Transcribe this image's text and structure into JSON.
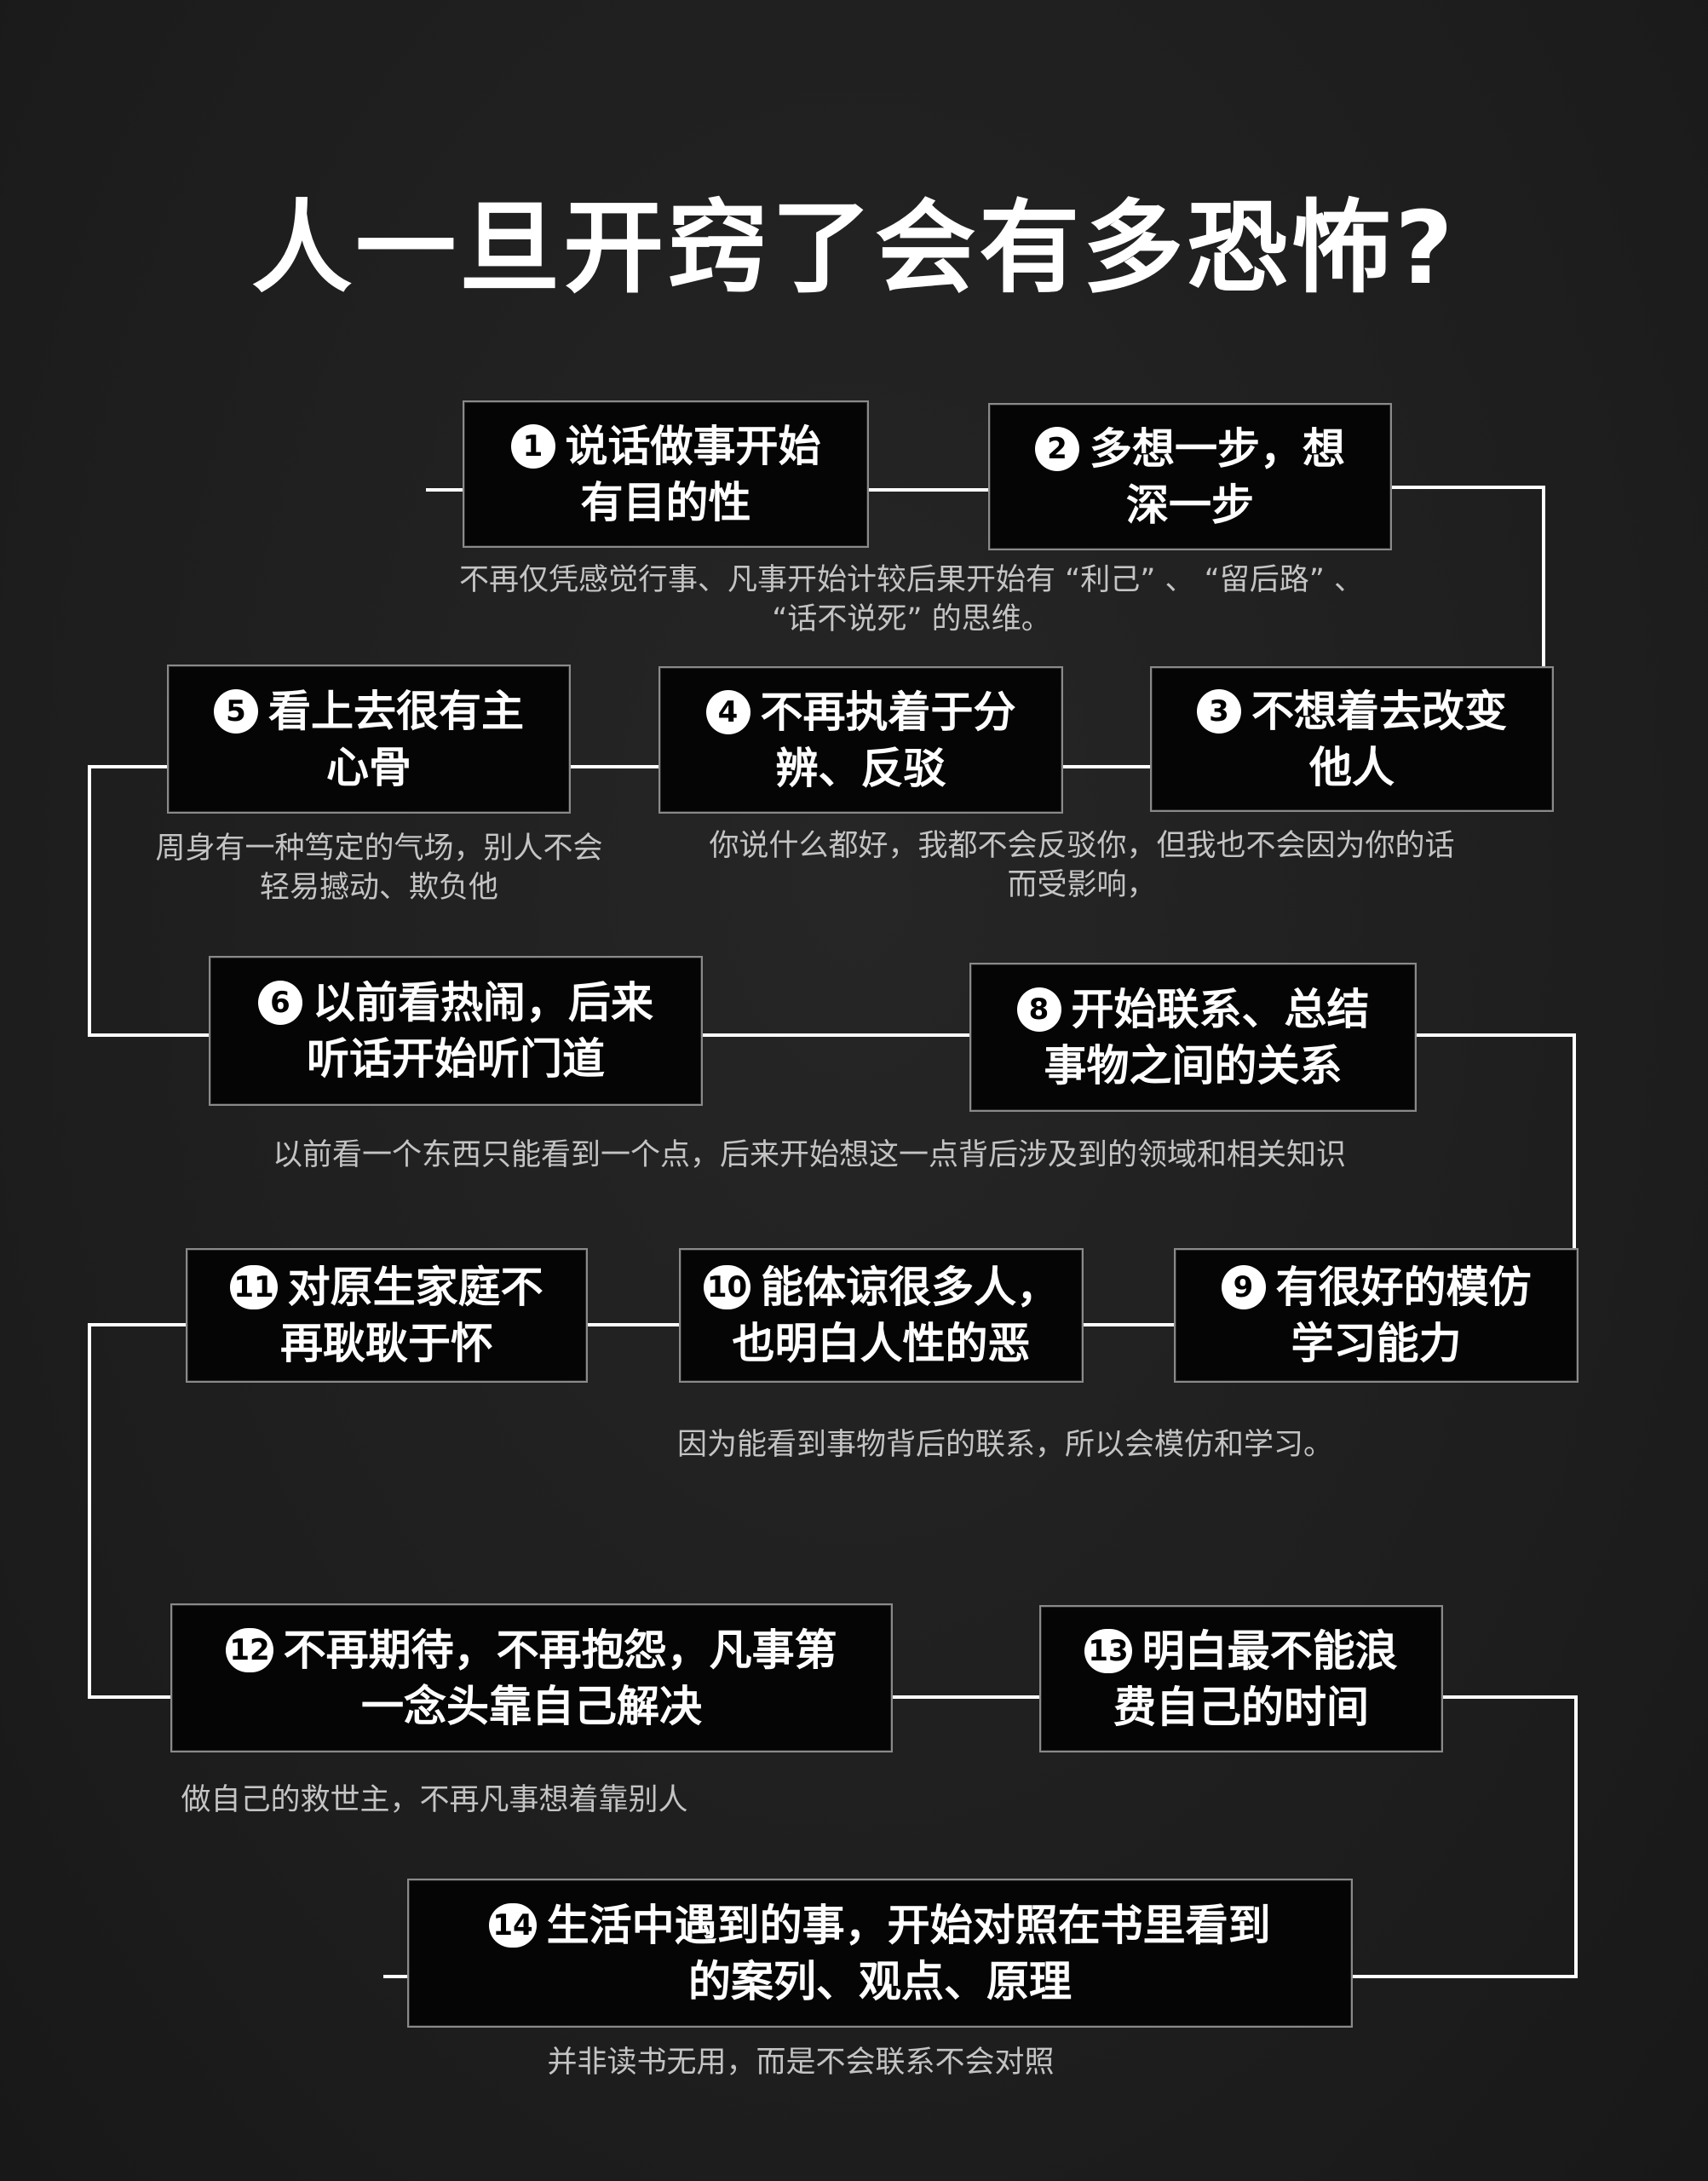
{
  "title": "人一旦开窍了会有多恐怖?",
  "nodes": [
    {
      "num": "1",
      "lines": [
        "说话做事开始",
        "有目的性"
      ]
    },
    {
      "num": "2",
      "lines": [
        "多想一步，想",
        "深一步"
      ]
    },
    {
      "num": "3",
      "lines": [
        "不想着去改变",
        "他人"
      ]
    },
    {
      "num": "4",
      "lines": [
        "不再执着于分",
        "辨、反驳"
      ]
    },
    {
      "num": "5",
      "lines": [
        "看上去很有主",
        "心骨"
      ]
    },
    {
      "num": "6",
      "lines": [
        "以前看热闹，后来",
        "听话开始听门道"
      ]
    },
    {
      "num": "8",
      "lines": [
        "开始联系、总结",
        "事物之间的关系"
      ]
    },
    {
      "num": "9",
      "lines": [
        "有很好的模仿",
        "学习能力"
      ]
    },
    {
      "num": "10",
      "lines": [
        "能体谅很多人，",
        "也明白人性的恶"
      ]
    },
    {
      "num": "11",
      "lines": [
        "对原生家庭不",
        "再耿耿于怀"
      ]
    },
    {
      "num": "12",
      "lines": [
        "不再期待，不再抱怨，凡事第",
        "一念头靠自己解决"
      ]
    },
    {
      "num": "13",
      "lines": [
        "明白最不能浪",
        "费自己的时间"
      ]
    },
    {
      "num": "14",
      "lines": [
        "生活中遇到的事，开始对照在书里看到",
        "的案列、观点、原理"
      ]
    }
  ],
  "notes": [
    {
      "lines": [
        "不再仅凭感觉行事、凡事开始计较后果开始有 “利己” 、 “留后路” 、",
        "“话不说死” 的思维。"
      ]
    },
    {
      "lines": [
        "周身有一种笃定的气场，别人不会",
        "轻易撼动、欺负他"
      ]
    },
    {
      "lines": [
        "你说什么都好，我都不会反驳你，但我也不会因为你的话",
        "而受影响，"
      ]
    },
    {
      "lines": [
        "以前看一个东西只能看到一个点，后来开始想这一点背后涉及到的领域和相关知识"
      ]
    },
    {
      "lines": [
        "因为能看到事物背后的联系，所以会模仿和学习。"
      ]
    },
    {
      "lines": [
        "做自己的救世主，不再凡事想着靠别人"
      ]
    },
    {
      "lines": [
        "并非读书无用，而是不会联系不会对照"
      ]
    }
  ]
}
